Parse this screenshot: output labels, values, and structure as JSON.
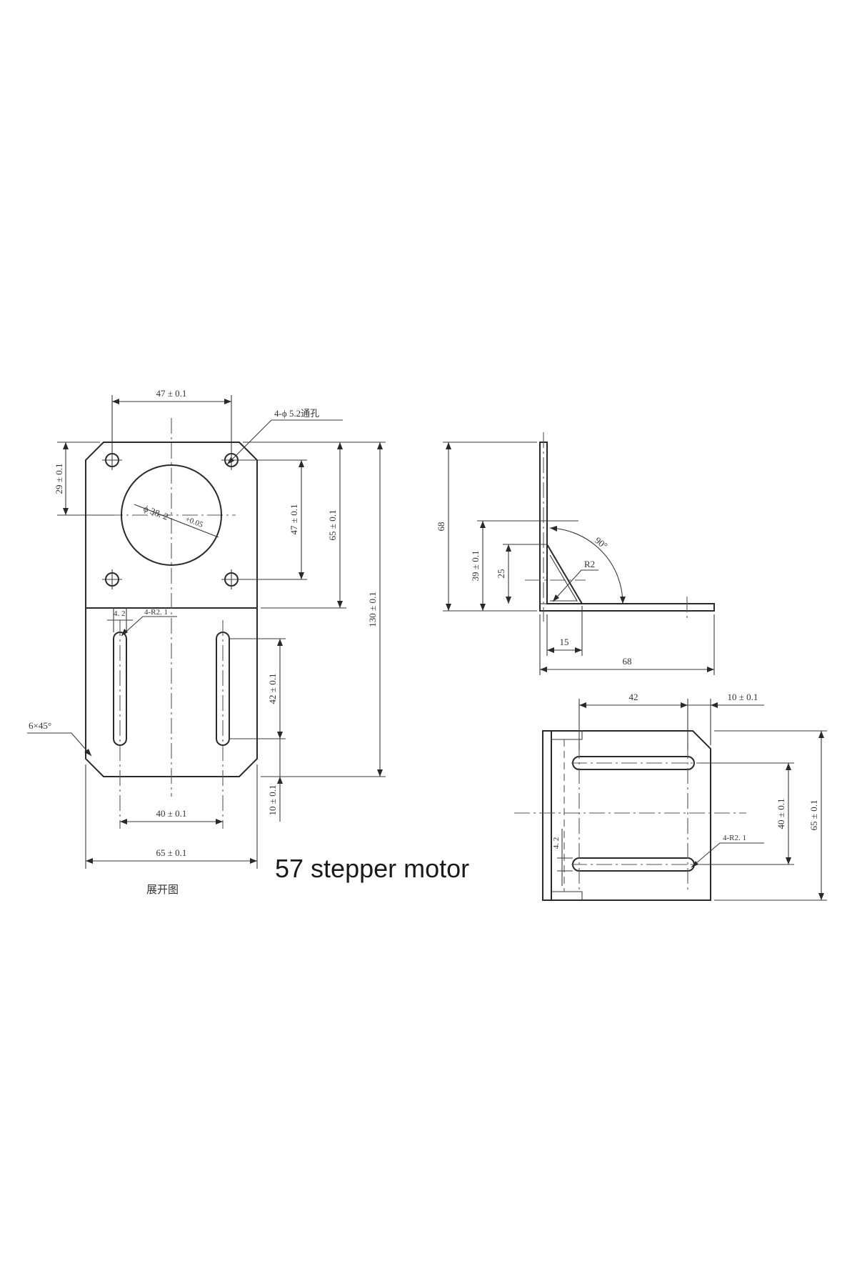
{
  "title": "57 stepper motor",
  "flat_view": {
    "caption": "展开图",
    "dim_top_width": "47 ± 0.1",
    "dim_hole_note": "4-ϕ 5.2通孔",
    "dim_left_29": "29 ± 0.1",
    "dim_bore": "ϕ 38. 2",
    "dim_bore_tol": "+0.05",
    "dim_47_vert": "47 ± 0.1",
    "dim_65_vert": "65 ± 0.1",
    "dim_130": "130 ± 0.1",
    "dim_slot_width": "4. 2",
    "dim_slot_radius": "4-R2. 1",
    "dim_42": "42 ± 0.1",
    "dim_10": "10 ± 0.1",
    "dim_chamfer": "6×45°",
    "dim_40": "40 ± 0.1",
    "dim_65_width": "65 ± 0.1"
  },
  "side_view": {
    "dim_68_vert": "68",
    "dim_39": "39 ± 0.1",
    "dim_25": "25",
    "dim_angle": "90°",
    "dim_r2": "R2",
    "dim_15": "15",
    "dim_68_horiz": "68"
  },
  "base_view": {
    "dim_42": "42",
    "dim_10": "10 ± 0.1",
    "dim_40": "40 ± 0.1",
    "dim_65": "65 ± 0.1",
    "dim_slot_width": "4. 2",
    "dim_slot_radius": "4-R2. 1"
  }
}
